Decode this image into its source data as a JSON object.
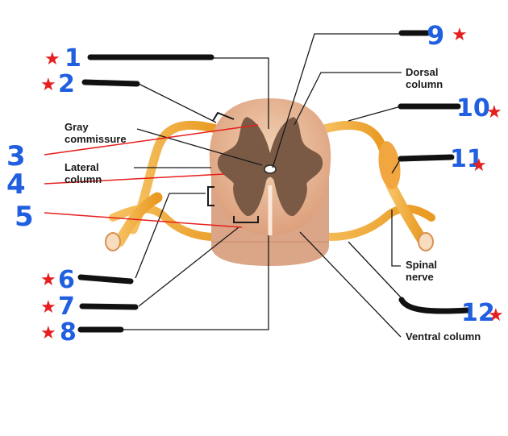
{
  "labels": {
    "gray_commissure": [
      "Gray",
      "commissure"
    ],
    "lateral_column": [
      "Lateral",
      "column"
    ],
    "dorsal_column": [
      "Dorsal",
      "column"
    ],
    "spinal_nerve": [
      "Spinal",
      "nerve"
    ],
    "ventral_column": "Ventral column"
  },
  "numbers": [
    "1",
    "2",
    "3",
    "4",
    "5",
    "6",
    "7",
    "8",
    "9",
    "10",
    "11",
    "12"
  ],
  "star": "★",
  "colors": {
    "handwriting": "#1f5fe0",
    "star": "#e61e1e",
    "red_line": "#e61e1e",
    "white_matter": "#e8b896",
    "gray_matter": "#7a5a45",
    "nerve": "#f0a930",
    "leader_line": "#1a1a1a"
  }
}
